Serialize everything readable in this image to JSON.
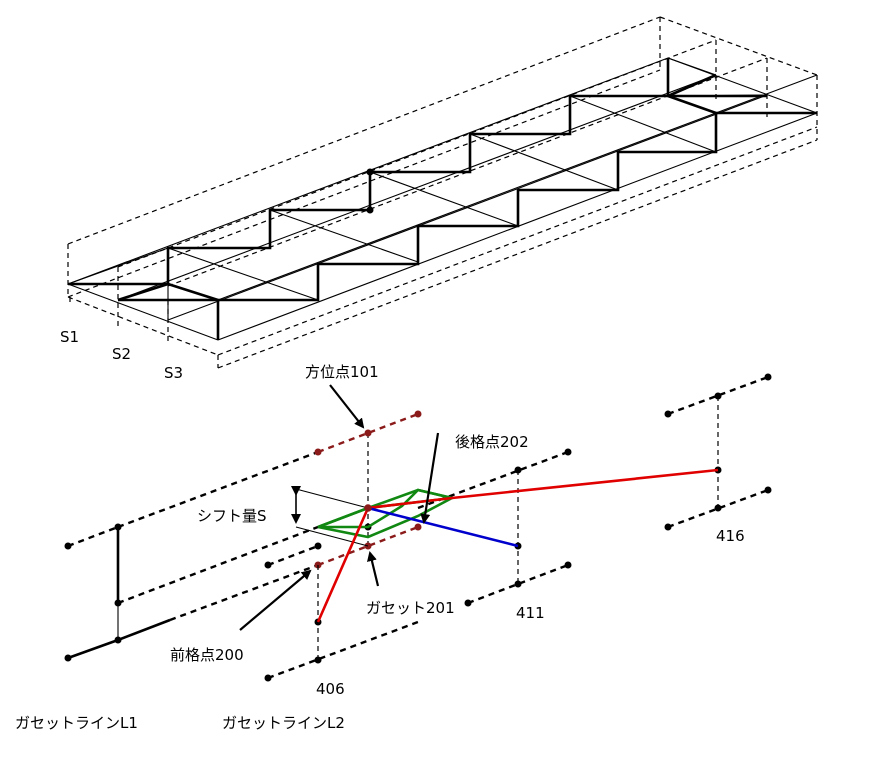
{
  "colors": {
    "line": "#000000",
    "points_dark_red": "#8b1a1a",
    "red_path": "#e00000",
    "blue_path": "#0000cc",
    "green_gusset": "#118811"
  },
  "labels": {
    "s1": "S1",
    "s2": "S2",
    "s3": "S3",
    "azimuth_point": "方位点101",
    "rear_grid_point": "後格点202",
    "shift_amount": "シフト量S",
    "gusset": "ガセット201",
    "front_grid_point": "前格点200",
    "n406": "406",
    "n411": "411",
    "n416": "416",
    "gusset_line_l1": "ガセットラインL1",
    "gusset_line_l2": "ガセットラインL2"
  }
}
